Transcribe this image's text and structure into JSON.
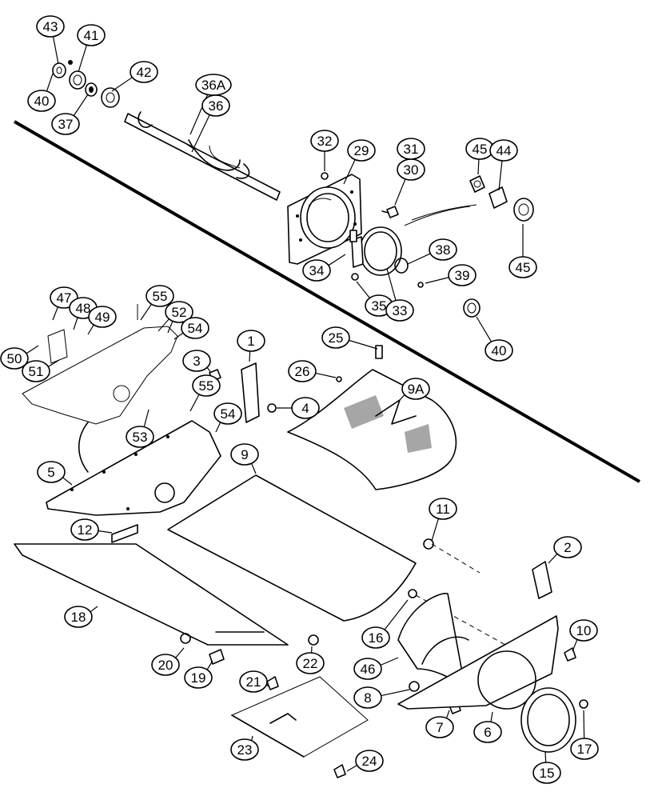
{
  "diagram": {
    "callouts": [
      "43",
      "41",
      "42",
      "40",
      "37",
      "36A",
      "36",
      "32",
      "29",
      "31",
      "30",
      "45",
      "44",
      "45",
      "38",
      "34",
      "35",
      "33",
      "39",
      "40",
      "47",
      "48",
      "49",
      "55",
      "52",
      "50",
      "51",
      "54",
      "1",
      "25",
      "3",
      "26",
      "9A",
      "55",
      "4",
      "54",
      "53",
      "5",
      "9",
      "11",
      "12",
      "2",
      "18",
      "10",
      "16",
      "20",
      "22",
      "19",
      "21",
      "46",
      "8",
      "7",
      "6",
      "15",
      "17",
      "23",
      "24"
    ],
    "colors": {
      "line": "#000000",
      "background": "#ffffff"
    }
  }
}
